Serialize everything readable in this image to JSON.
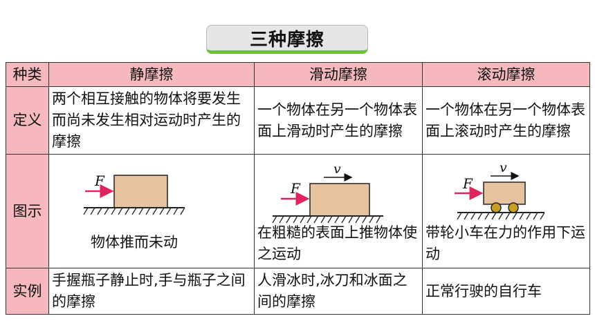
{
  "title": "三种摩擦",
  "table": {
    "headers": [
      "种类",
      "静摩擦",
      "滑动摩擦",
      "滚动摩擦"
    ],
    "definition_label": "定义",
    "definitions": [
      "两个相互接触的物体将要发生而尚未发生相对运动时产生的摩擦",
      "一个物体在另一个物体表面上滑动时产生的摩擦",
      "一个物体在另一个物体表面上滚动时产生的摩擦"
    ],
    "diagram_label": "图示",
    "diagrams": {
      "static": {
        "force_label": "F",
        "caption": "物体推而未动"
      },
      "sliding": {
        "force_label": "F",
        "velocity_label": "v",
        "caption": "在粗糙的表面上推物体使之运动"
      },
      "rolling": {
        "force_label": "F",
        "velocity_label": "v",
        "caption": "带轮小车在力的作用下运动"
      }
    },
    "example_label": "实例",
    "examples": [
      "手握瓶子静止时,手与瓶子之间的摩擦",
      "人滑冰时,冰刀和冰面之间的摩擦",
      "正常行驶的自行车"
    ]
  },
  "colors": {
    "header_bg": "#f4b8bd",
    "block_fill": "#e6c29f",
    "force_arrow": "#e0245e",
    "title_underline": "#6fbf3a",
    "wheel": "#c8a020"
  }
}
